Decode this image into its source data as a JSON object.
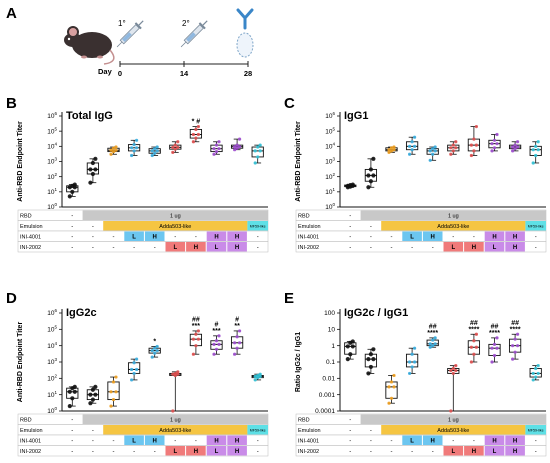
{
  "panel_labels": {
    "A": "A",
    "B": "B",
    "C": "C",
    "D": "D",
    "E": "E"
  },
  "timeline": {
    "day_label": "Day",
    "ticks": [
      "0",
      "14",
      "28"
    ],
    "dose_labels": [
      "1°",
      "2°"
    ]
  },
  "colors": {
    "adda_bar": "#f5c542",
    "mf59_bar": "#5ee0e6",
    "gray_bar": "#c8c8c8",
    "L_4001": "#6cc6f0",
    "H_2002": "#f07a7a",
    "H_both": "#c98be8",
    "blue": "#3aaee0",
    "navy": "#1e3a8a",
    "red": "#e05050",
    "purple": "#a04fd0",
    "orange": "#f0a020",
    "cyan": "#33c4d8",
    "black": "#111111"
  },
  "group_colors": [
    "#111111",
    "#111111",
    "#f0a020",
    "#3aaee0",
    "#3aaee0",
    "#e05050",
    "#e05050",
    "#a04fd0",
    "#a04fd0",
    "#33c4d8"
  ],
  "legend": {
    "rows": [
      "RBD",
      "Emulsion",
      "INI-4001",
      "INI-2002"
    ],
    "rbd": [
      "-",
      "1 ug"
    ],
    "emulsion": [
      "-",
      "-",
      "Adda503-like",
      "MF59-like"
    ],
    "ini4001": [
      "-",
      "-",
      "-",
      "L",
      "H",
      "-",
      "-",
      "H",
      "H",
      "-"
    ],
    "ini2002": [
      "-",
      "-",
      "-",
      "-",
      "-",
      "L",
      "H",
      "L",
      "H",
      "-"
    ]
  },
  "chart_data": [
    {
      "panel": "B",
      "type": "box",
      "title": "Total IgG",
      "ylabel": "Anti-RBD Endpoint Titer",
      "yscale": "log",
      "ylim": [
        1,
        1000000
      ],
      "ytick_labels": [
        "10^0",
        "10^1",
        "10^2",
        "10^3",
        "10^4",
        "10^5",
        "10^6"
      ],
      "groups": [
        {
          "min": 5,
          "q1": 10,
          "median": 20,
          "q3": 25,
          "max": 30
        },
        {
          "min": 40,
          "q1": 150,
          "median": 300,
          "q3": 800,
          "max": 1500
        },
        {
          "min": 3000,
          "q1": 4500,
          "median": 5500,
          "q3": 7500,
          "max": 9000
        },
        {
          "min": 2500,
          "q1": 5000,
          "median": 8000,
          "q3": 13000,
          "max": 25000
        },
        {
          "min": 2500,
          "q1": 3500,
          "median": 5000,
          "q3": 7000,
          "max": 9000
        },
        {
          "min": 4000,
          "q1": 6500,
          "median": 8500,
          "q3": 12000,
          "max": 20000
        },
        {
          "min": 20000,
          "q1": 35000,
          "median": 60000,
          "q3": 130000,
          "max": 200000
        },
        {
          "min": 3000,
          "q1": 4500,
          "median": 7000,
          "q3": 12000,
          "max": 20000
        },
        {
          "min": 6000,
          "q1": 7500,
          "median": 9500,
          "q3": 12000,
          "max": 30000
        },
        {
          "min": 800,
          "q1": 2000,
          "median": 5000,
          "q3": 9000,
          "max": 12000
        }
      ],
      "annotations": [
        {
          "group": 6,
          "lines": [
            "* #"
          ]
        }
      ]
    },
    {
      "panel": "C",
      "type": "box",
      "title": "IgG1",
      "ylabel": "Anti-RBD Endpoint Titer",
      "yscale": "log",
      "ylim": [
        1,
        1000000
      ],
      "ytick_labels": [
        "10^0",
        "10^1",
        "10^2",
        "10^3",
        "10^4",
        "10^5",
        "10^6"
      ],
      "groups": [
        {
          "min": 20,
          "q1": 22,
          "median": 25,
          "q3": 28,
          "max": 30
        },
        {
          "min": 20,
          "q1": 50,
          "median": 120,
          "q3": 300,
          "max": 1500
        },
        {
          "min": 4000,
          "q1": 5000,
          "median": 6000,
          "q3": 8000,
          "max": 9000
        },
        {
          "min": 3000,
          "q1": 6000,
          "median": 10000,
          "q3": 20000,
          "max": 40000
        },
        {
          "min": 1200,
          "q1": 3000,
          "median": 5000,
          "q3": 7000,
          "max": 9000
        },
        {
          "min": 3000,
          "q1": 5000,
          "median": 8000,
          "q3": 12000,
          "max": 20000
        },
        {
          "min": 2500,
          "q1": 5000,
          "median": 12000,
          "q3": 30000,
          "max": 200000
        },
        {
          "min": 5000,
          "q1": 8000,
          "median": 15000,
          "q3": 25000,
          "max": 60000
        },
        {
          "min": 5000,
          "q1": 7000,
          "median": 9000,
          "q3": 12000,
          "max": 20000
        },
        {
          "min": 800,
          "q1": 2500,
          "median": 6000,
          "q3": 10000,
          "max": 20000
        }
      ],
      "annotations": []
    },
    {
      "panel": "D",
      "type": "box",
      "title": "IgG2c",
      "ylabel": "Anti-RBD Endpoint Titer",
      "yscale": "log",
      "ylim": [
        1,
        1000000
      ],
      "ytick_labels": [
        "10^0",
        "10^1",
        "10^2",
        "10^3",
        "10^4",
        "10^5",
        "10^6"
      ],
      "groups": [
        {
          "min": 2,
          "q1": 6,
          "median": 15,
          "q3": 25,
          "max": 30
        },
        {
          "min": 3,
          "q1": 5,
          "median": 10,
          "q3": 20,
          "max": 30
        },
        {
          "min": 2,
          "q1": 5,
          "median": 15,
          "q3": 60,
          "max": 120
        },
        {
          "min": 80,
          "q1": 200,
          "median": 350,
          "q3": 900,
          "max": 1500
        },
        {
          "min": 2000,
          "q1": 3500,
          "median": 5000,
          "q3": 7000,
          "max": 9000
        },
        {
          "min": 1,
          "q1": 150,
          "median": 180,
          "q3": 200,
          "max": 250
        },
        {
          "min": 3000,
          "q1": 10000,
          "median": 25000,
          "q3": 50000,
          "max": 80000
        },
        {
          "min": 3000,
          "q1": 6000,
          "median": 12000,
          "q3": 20000,
          "max": 40000
        },
        {
          "min": 3000,
          "q1": 7000,
          "median": 15000,
          "q3": 35000,
          "max": 80000
        },
        {
          "min": 80,
          "q1": 110,
          "median": 130,
          "q3": 150,
          "max": 180
        }
      ],
      "annotations": [
        {
          "group": 4,
          "lines": [
            "*"
          ]
        },
        {
          "group": 6,
          "lines": [
            "##",
            "***"
          ]
        },
        {
          "group": 7,
          "lines": [
            "#",
            "***"
          ]
        },
        {
          "group": 8,
          "lines": [
            "#",
            "**"
          ]
        }
      ]
    },
    {
      "panel": "E",
      "type": "box",
      "title": "IgG2c / IgG1",
      "ylabel": "Ratio IgG2c / IgG1",
      "yscale": "log",
      "ylim": [
        0.0001,
        100
      ],
      "ytick_labels": [
        "100",
        "10",
        "1",
        "0.1",
        "0.01",
        "0.001",
        "0.0001"
      ],
      "groups": [
        {
          "min": 0.15,
          "q1": 0.3,
          "median": 0.9,
          "q3": 1.5,
          "max": 1.8
        },
        {
          "min": 0.02,
          "q1": 0.05,
          "median": 0.15,
          "q3": 0.3,
          "max": 0.6
        },
        {
          "min": 0.0003,
          "q1": 0.0006,
          "median": 0.003,
          "q3": 0.006,
          "max": 0.015
        },
        {
          "min": 0.02,
          "q1": 0.05,
          "median": 0.1,
          "q3": 0.3,
          "max": 0.7
        },
        {
          "min": 0.8,
          "q1": 1,
          "median": 1.3,
          "q3": 2.2,
          "max": 3
        },
        {
          "min": 0.0001,
          "q1": 0.02,
          "median": 0.03,
          "q3": 0.04,
          "max": 0.06
        },
        {
          "min": 0.1,
          "q1": 0.3,
          "median": 0.8,
          "q3": 2,
          "max": 5
        },
        {
          "min": 0.1,
          "q1": 0.25,
          "median": 0.7,
          "q3": 1.2,
          "max": 3
        },
        {
          "min": 0.15,
          "q1": 0.4,
          "median": 1,
          "q3": 2.5,
          "max": 5
        },
        {
          "min": 0.008,
          "q1": 0.012,
          "median": 0.02,
          "q3": 0.04,
          "max": 0.06
        }
      ],
      "annotations": [
        {
          "group": 4,
          "lines": [
            "##",
            "****"
          ]
        },
        {
          "group": 6,
          "lines": [
            "##",
            "****"
          ]
        },
        {
          "group": 7,
          "lines": [
            "##",
            "****"
          ]
        },
        {
          "group": 8,
          "lines": [
            "##",
            "****"
          ]
        }
      ]
    }
  ]
}
